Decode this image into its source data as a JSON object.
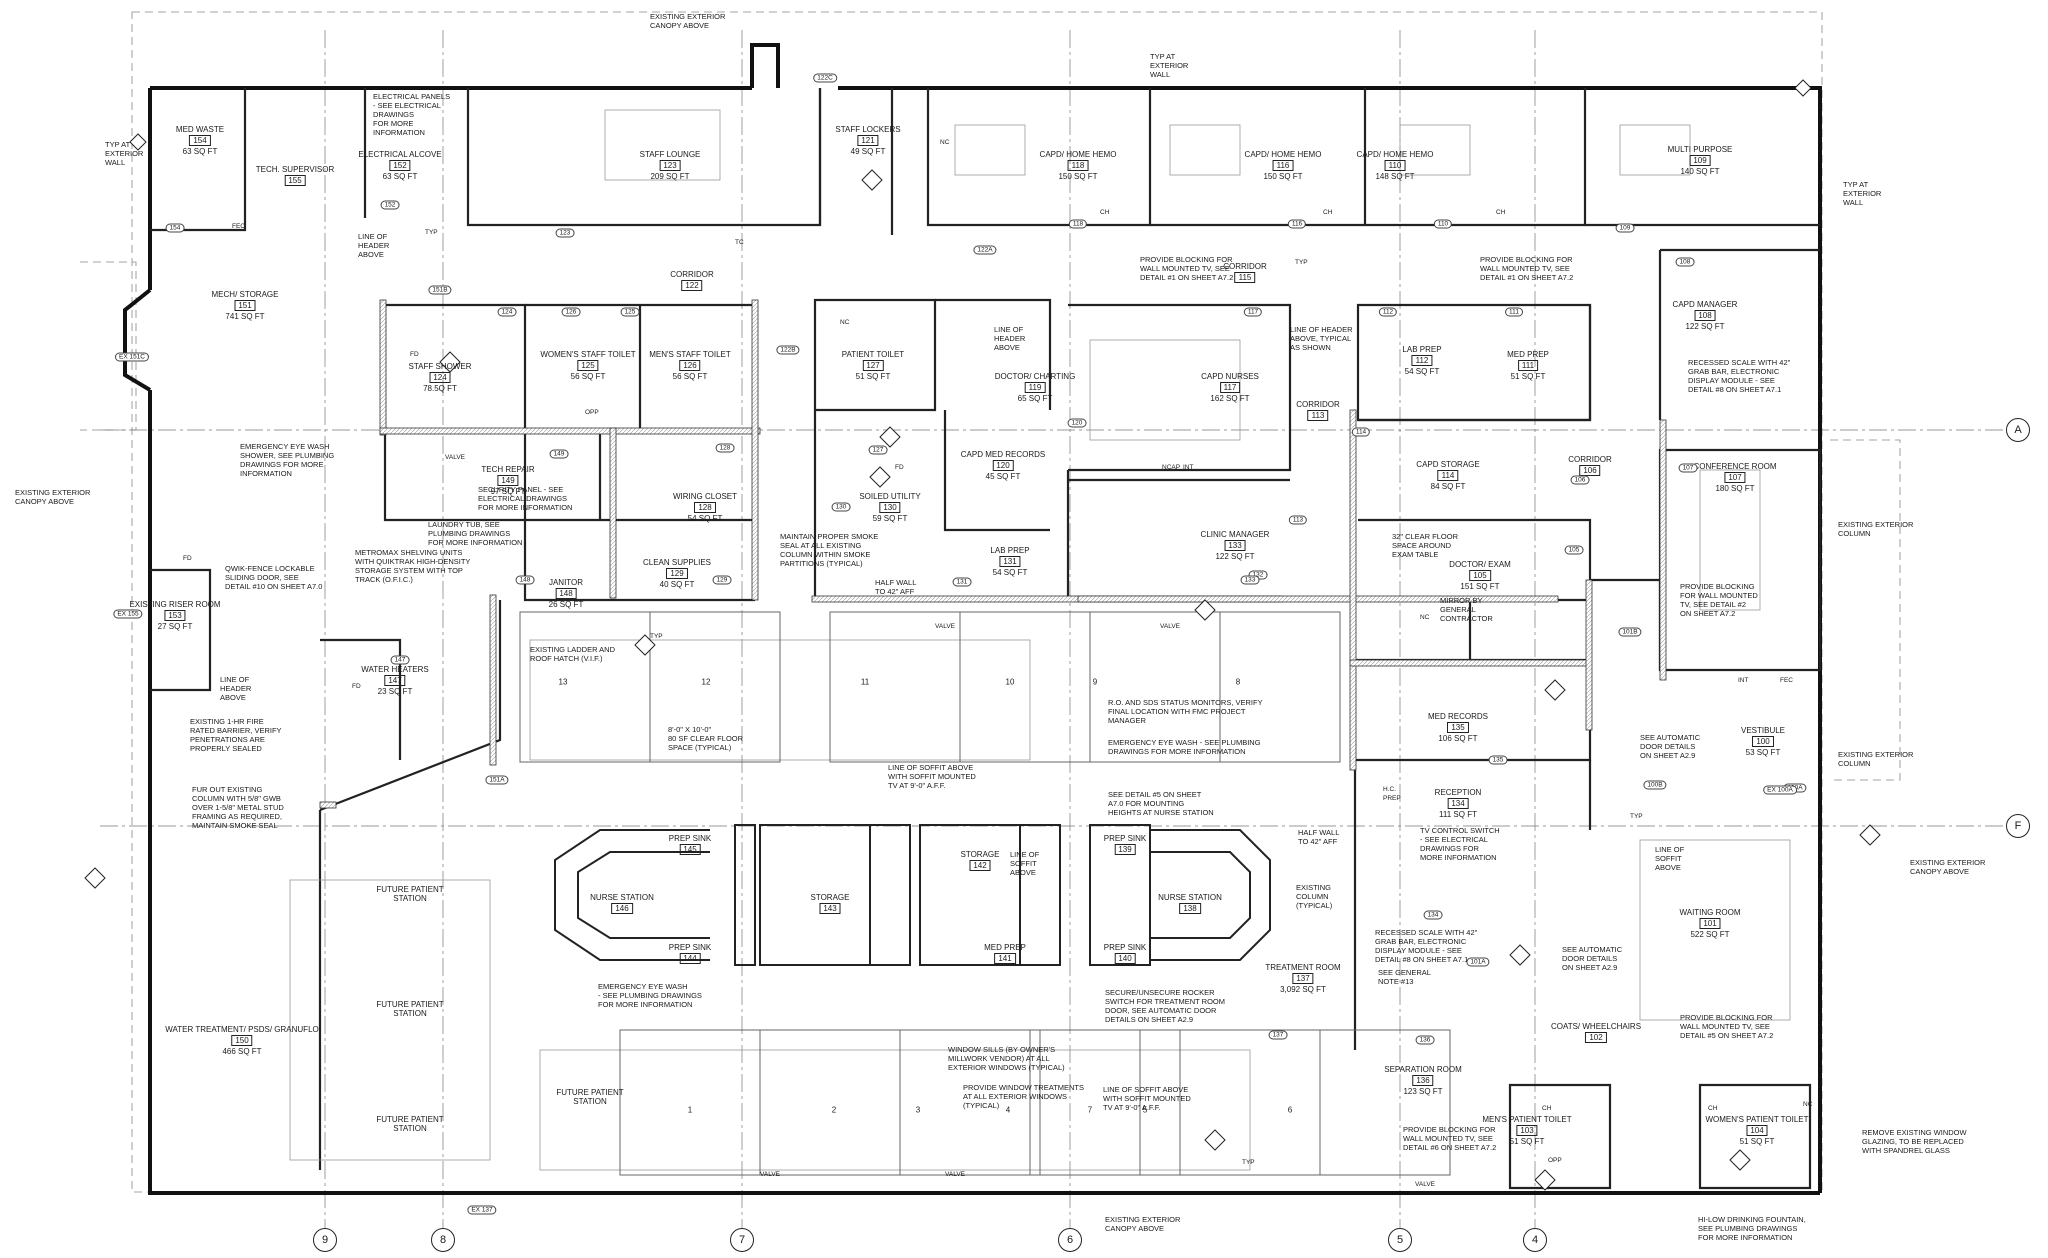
{
  "grid_labels": [
    "A",
    "F",
    "4",
    "5",
    "6",
    "7",
    "8",
    "9"
  ],
  "rooms": [
    {
      "id": "med-waste",
      "name": "MED WASTE",
      "num": "154",
      "area": "63 SQ FT"
    },
    {
      "id": "tech-supervisor",
      "name": "TECH. SUPERVISOR",
      "num": "155",
      "area": ""
    },
    {
      "id": "electrical-alcove",
      "name": "ELECTRICAL ALCOVE",
      "num": "152",
      "area": "63 SQ FT"
    },
    {
      "id": "staff-lounge",
      "name": "STAFF LOUNGE",
      "num": "123",
      "area": "209 SQ FT"
    },
    {
      "id": "staff-lockers",
      "name": "STAFF LOCKERS",
      "num": "121",
      "area": "49 SQ FT"
    },
    {
      "id": "capd-home-hemo-118",
      "name": "CAPD/ HOME HEMO",
      "num": "118",
      "area": "150 SQ FT"
    },
    {
      "id": "capd-home-hemo-116",
      "name": "CAPD/ HOME HEMO",
      "num": "116",
      "area": "150 SQ FT"
    },
    {
      "id": "capd-home-hemo-110",
      "name": "CAPD/ HOME HEMO",
      "num": "110",
      "area": "148 SQ FT"
    },
    {
      "id": "multi-purpose",
      "name": "MULTI PURPOSE",
      "num": "109",
      "area": "140 SQ FT"
    },
    {
      "id": "mech-storage",
      "name": "MECH/ STORAGE",
      "num": "151",
      "area": "741 SQ FT"
    },
    {
      "id": "corridor-122",
      "name": "CORRIDOR",
      "num": "122",
      "area": ""
    },
    {
      "id": "corridor-115",
      "name": "CORRIDOR",
      "num": "115",
      "area": ""
    },
    {
      "id": "capd-manager",
      "name": "CAPD MANAGER",
      "num": "108",
      "area": "122 SQ FT"
    },
    {
      "id": "staff-shower",
      "name": "STAFF SHOWER",
      "num": "124",
      "area": "78.5Q FT"
    },
    {
      "id": "womens-staff-toilet",
      "name": "WOMEN'S STAFF TOILET",
      "num": "125",
      "area": "56 SQ FT"
    },
    {
      "id": "mens-staff-toilet",
      "name": "MEN'S STAFF TOILET",
      "num": "126",
      "area": "56 SQ FT"
    },
    {
      "id": "patient-toilet-127",
      "name": "PATIENT TOILET",
      "num": "127",
      "area": "51 SQ FT"
    },
    {
      "id": "doctor-charting",
      "name": "DOCTOR/ CHARTING",
      "num": "119",
      "area": "65 SQ FT"
    },
    {
      "id": "capd-nurses",
      "name": "CAPD NURSES",
      "num": "117",
      "area": "162 SQ FT"
    },
    {
      "id": "corridor-113",
      "name": "CORRIDOR",
      "num": "113",
      "area": ""
    },
    {
      "id": "lab-prep-112",
      "name": "LAB PREP",
      "num": "112",
      "area": "54 SQ FT"
    },
    {
      "id": "med-prep",
      "name": "MED PREP",
      "num": "111",
      "area": "51 SQ FT"
    },
    {
      "id": "tech-repair",
      "name": "TECH REPAIR",
      "num": "149",
      "area": "97 SQ FT"
    },
    {
      "id": "wiring-closet",
      "name": "WIRING CLOSET",
      "num": "128",
      "area": "54 SQ FT"
    },
    {
      "id": "soiled-utility",
      "name": "SOILED UTILITY",
      "num": "130",
      "area": "59 SQ FT"
    },
    {
      "id": "capd-med-records",
      "name": "CAPD MED RECORDS",
      "num": "120",
      "area": "45 SQ FT"
    },
    {
      "id": "capd-storage",
      "name": "CAPD STORAGE",
      "num": "114",
      "area": "84 SQ FT"
    },
    {
      "id": "corridor-106",
      "name": "CORRIDOR",
      "num": "106",
      "area": ""
    },
    {
      "id": "conference-room",
      "name": "CONFERENCE ROOM",
      "num": "107",
      "area": "180 SQ FT"
    },
    {
      "id": "janitor",
      "name": "JANITOR",
      "num": "148",
      "area": "26 SQ FT"
    },
    {
      "id": "clean-supplies",
      "name": "CLEAN SUPPLIES",
      "num": "129",
      "area": "40 SQ FT"
    },
    {
      "id": "lab-prep-131",
      "name": "LAB PREP",
      "num": "131",
      "area": "54 SQ FT"
    },
    {
      "id": "clinic-manager",
      "name": "CLINIC MANAGER",
      "num": "133",
      "area": "122 SQ FT"
    },
    {
      "id": "doctor-exam",
      "name": "DOCTOR/ EXAM",
      "num": "105",
      "area": "151 SQ FT"
    },
    {
      "id": "existing-riser-room",
      "name": "EXISTING RISER ROOM",
      "num": "153",
      "area": "27 SQ FT"
    },
    {
      "id": "water-heaters",
      "name": "WATER HEATERS",
      "num": "147",
      "area": "23 SQ FT"
    },
    {
      "id": "med-records-135",
      "name": "MED RECORDS",
      "num": "135",
      "area": "106 SQ FT"
    },
    {
      "id": "vestibule",
      "name": "VESTIBULE",
      "num": "100",
      "area": "53 SQ FT"
    },
    {
      "id": "reception",
      "name": "RECEPTION",
      "num": "134",
      "area": "111 SQ FT"
    },
    {
      "id": "prep-sink-145",
      "name": "PREP SINK",
      "num": "145",
      "area": ""
    },
    {
      "id": "nurse-station-146",
      "name": "NURSE STATION",
      "num": "146",
      "area": ""
    },
    {
      "id": "prep-sink-144",
      "name": "PREP SINK",
      "num": "144",
      "area": ""
    },
    {
      "id": "storage-143",
      "name": "STORAGE",
      "num": "143",
      "area": ""
    },
    {
      "id": "storage-142",
      "name": "STORAGE",
      "num": "142",
      "area": ""
    },
    {
      "id": "med-prep-141",
      "name": "MED PREP",
      "num": "141",
      "area": ""
    },
    {
      "id": "prep-sink-139",
      "name": "PREP SINK",
      "num": "139",
      "area": ""
    },
    {
      "id": "nurse-station-138",
      "name": "NURSE STATION",
      "num": "138",
      "area": ""
    },
    {
      "id": "prep-sink-140",
      "name": "PREP SINK",
      "num": "140",
      "area": ""
    },
    {
      "id": "treatment-room",
      "name": "TREATMENT ROOM",
      "num": "137",
      "area": "3,092 SQ FT"
    },
    {
      "id": "waiting-room",
      "name": "WAITING ROOM",
      "num": "101",
      "area": "522 SQ FT"
    },
    {
      "id": "water-treatment",
      "name": "WATER TREATMENT/ PSDS/ GRANUFLO",
      "num": "150",
      "area": "466 SQ FT"
    },
    {
      "id": "separation-room",
      "name": "SEPARATION ROOM",
      "num": "136",
      "area": "123 SQ FT"
    },
    {
      "id": "coats-wheelchairs",
      "name": "COATS/ WHEELCHAIRS",
      "num": "102",
      "area": ""
    },
    {
      "id": "mens-patient-toilet",
      "name": "MEN'S PATIENT TOILET",
      "num": "103",
      "area": "51 SQ FT"
    },
    {
      "id": "womens-patient-toilet",
      "name": "WOMEN'S PATIENT TOILET",
      "num": "104",
      "area": "51 SQ FT"
    }
  ],
  "future_stations": [
    "FUTURE PATIENT STATION",
    "FUTURE PATIENT STATION",
    "FUTURE PATIENT STATION",
    "FUTURE PATIENT STATION"
  ],
  "station_numbers": [
    "13",
    "12",
    "11",
    "10",
    "9",
    "8",
    "1",
    "2",
    "3",
    "7",
    "4",
    "5",
    "6"
  ],
  "notes": [
    "EXISTING EXTERIOR\nCANOPY ABOVE",
    "ELECTRICAL PANELS\n- SEE ELECTRICAL\nDRAWINGS\nFOR MORE\nINFORMATION",
    "TYP AT\nEXTERIOR\nWALL",
    "TYP AT\nEXTERIOR\nWALL",
    "TYP AT\nEXTERIOR\nWALL",
    "LINE OF\nHEADER\nABOVE",
    "PROVIDE BLOCKING FOR\nWALL MOUNTED TV, SEE\nDETAIL #1 ON SHEET A7.2",
    "PROVIDE BLOCKING FOR\nWALL MOUNTED TV, SEE\nDETAIL #1 ON SHEET A7.2",
    "LINE OF HEADER\nABOVE, TYPICAL\nAS SHOWN",
    "LINE OF\nHEADER\nABOVE",
    "RECESSED SCALE WITH 42\"\nGRAB BAR, ELECTRONIC\nDISPLAY MODULE - SEE\nDETAIL #8 ON SHEET A7.1",
    "EXISTING EXTERIOR\nCANOPY ABOVE",
    "EMERGENCY EYE WASH\nSHOWER, SEE PLUMBING\nDRAWINGS FOR MORE\nINFORMATION",
    "SECURITY PANEL - SEE\nELECTRICAL DRAWINGS\nFOR MORE INFORMATION",
    "LAUNDRY TUB, SEE\nPLUMBING DRAWINGS\nFOR MORE INFORMATION",
    "METROMAX SHELVING UNITS\nWITH quikTRAK HIGH-DENSITY\nSTORAGE SYSTEM WITH TOP\nTRACK (O.F.I.C.)",
    "MAINTAIN PROPER SMOKE\nSEAL AT ALL EXISTING\nCOLUMN WITHIN SMOKE\nPARTITIONS (TYPICAL)",
    "32\" CLEAR FLOOR\nSPACE AROUND\nEXAM TABLE",
    "MIRROR BY\nGENERAL\nCONTRACTOR",
    "EXISTING EXTERIOR\nCOLUMN",
    "PROVIDE BLOCKING\nFOR WALL MOUNTED\nTV, SEE DETAIL #2\nON SHEET A7.2",
    "QWIK-FENCE LOCKABLE\nSLIDING DOOR, SEE\nDETAIL #10 ON SHEET A7.0",
    "HALF WALL\nTO 42\" AFF",
    "EXISTING LADDER AND\nROOF HATCH (V.I.F.)",
    "LINE OF\nHEADER\nABOVE",
    "EXISTING 1-HR FIRE\nRATED BARRIER, VERIFY\nPENETRATIONS ARE\nPROPERLY SEALED",
    "8'-0\" x 10'-0\"\n80 SF CLEAR FLOOR\nSPACE (TYPICAL)",
    "LINE OF SOFFIT ABOVE\nWITH SOFFIT MOUNTED\nTV AT 9'-0\" A.F.F.",
    "R.O. AND SDS STATUS MONITORS, VERIFY\nFINAL LOCATION WITH FMC PROJECT\nMANAGER",
    "EMERGENCY EYE WASH - SEE PLUMBING\nDRAWINGS FOR MORE INFORMATION",
    "SEE AUTOMATIC\nDOOR DETAILS\nON SHEET A2.9",
    "EXISTING EXTERIOR\nCOLUMN",
    "FUR OUT EXISTING\nCOLUMN WITH 5/8\" GWB\nOVER 1-5/8\" METAL STUD\nFRAMING AS REQUIRED,\nMAINTAIN SMOKE SEAL",
    "SEE DETAIL #5 ON SHEET\nA7.0 FOR MOUNTING\nHEIGHTS AT NURSE STATION",
    "HALF WALL\nTO 42\" AFF",
    "TV CONTROL SWITCH\n- SEE ELECTRICAL\nDRAWINGS FOR\nMORE INFORMATION",
    "LINE OF\nSOFFIT\nABOVE",
    "EXISTING EXTERIOR\nCANOPY ABOVE",
    "LINE OF\nSOFFIT\nABOVE",
    "EXISTING\nCOLUMN\n(TYPICAL)",
    "RECESSED SCALE WITH 42\"\nGRAB BAR, ELECTRONIC\nDISPLAY MODULE - SEE\nDETAIL #8 ON SHEET A7.1",
    "SEE GENERAL\nNOTE #13",
    "SEE AUTOMATIC\nDOOR DETAILS\nON SHEET A2.9",
    "EMERGENCY EYE WASH\n- SEE PLUMBING DRAWINGS\nFOR MORE INFORMATION",
    "SECURE/UNSECURE ROCKER\nSWITCH FOR TREATMENT ROOM\nDOOR, SEE AUTOMATIC DOOR\nDETAILS ON SHEET A2.9",
    "PROVIDE BLOCKING FOR\nWALL MOUNTED TV, SEE\nDETAIL #5 ON SHEET A7.2",
    "WINDOW SILLS (BY OWNER'S\nMILLWORK VENDOR) AT ALL\nEXTERIOR WINDOWS (TYPICAL)",
    "PROVIDE WINDOW TREATMENTS\nAT ALL EXTERIOR WINDOWS\n(TYPICAL)",
    "LINE OF SOFFIT ABOVE\nWITH SOFFIT MOUNTED\nTV AT 9'-0\" A.F.F.",
    "PROVIDE BLOCKING FOR\nWALL MOUNTED TV, SEE\nDETAIL #6 ON SHEET A7.2",
    "REMOVE EXISTING WINDOW\nGLAZING, TO BE REPLACED\nWITH SPANDREL GLASS",
    "HI-LOW DRINKING FOUNTAIN,\nSEE PLUMBING DRAWINGS\nFOR MORE INFORMATION",
    "EXISTING EXTERIOR\nCANOPY ABOVE"
  ],
  "door_tags": [
    "122C",
    "154",
    "123",
    "151B",
    "124",
    "126",
    "125",
    "122B",
    "122A",
    "118",
    "116",
    "110",
    "109",
    "117",
    "112",
    "111",
    "108",
    "107",
    "127",
    "149",
    "128",
    "120",
    "130",
    "131",
    "129",
    "148",
    "132",
    "113",
    "106",
    "105",
    "101B",
    "147",
    "151A",
    "135",
    "100B",
    "100A",
    "101A",
    "137",
    "136",
    "133",
    "134",
    "114",
    "152",
    "EX 151C",
    "EX 155",
    "EX 137",
    "EX 100A"
  ],
  "labels": {
    "valve": "VALVE",
    "corridor_note": "CORRIDOR",
    "cap_h": "CH",
    "fd": "FD",
    "nc": "NC",
    "ncap": "NCAP",
    "int": "INT",
    "fec": "FEC",
    "tc": "TC",
    "hc_prep": "H.C.\nPREP",
    "typ": "TYP",
    "opp": "OPP"
  }
}
